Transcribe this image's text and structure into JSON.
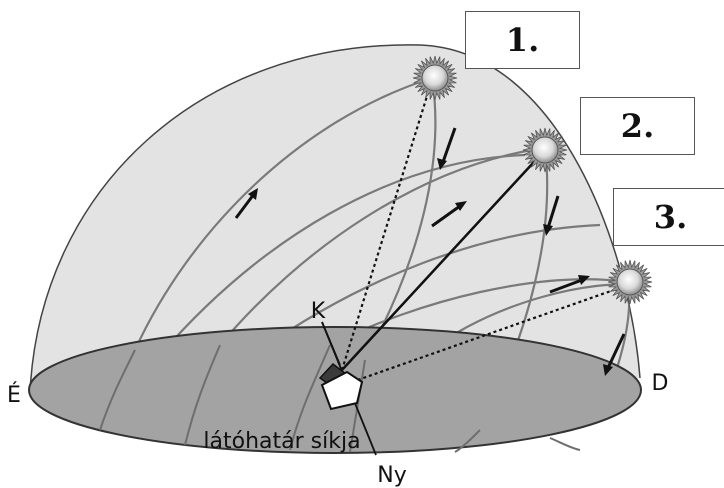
{
  "boxes": [
    {
      "label": "1."
    },
    {
      "label": "2."
    },
    {
      "label": "3."
    }
  ],
  "directions": {
    "east": "K",
    "west": "Ny",
    "north": "É",
    "south": "D"
  },
  "horizon_label": "látóhatár síkja",
  "colors": {
    "dome": "#e3e3e3",
    "plane": "#a3a3a3",
    "outline": "#333333",
    "path": "#7a7a7a",
    "sun_core": "#d9d9d9"
  }
}
